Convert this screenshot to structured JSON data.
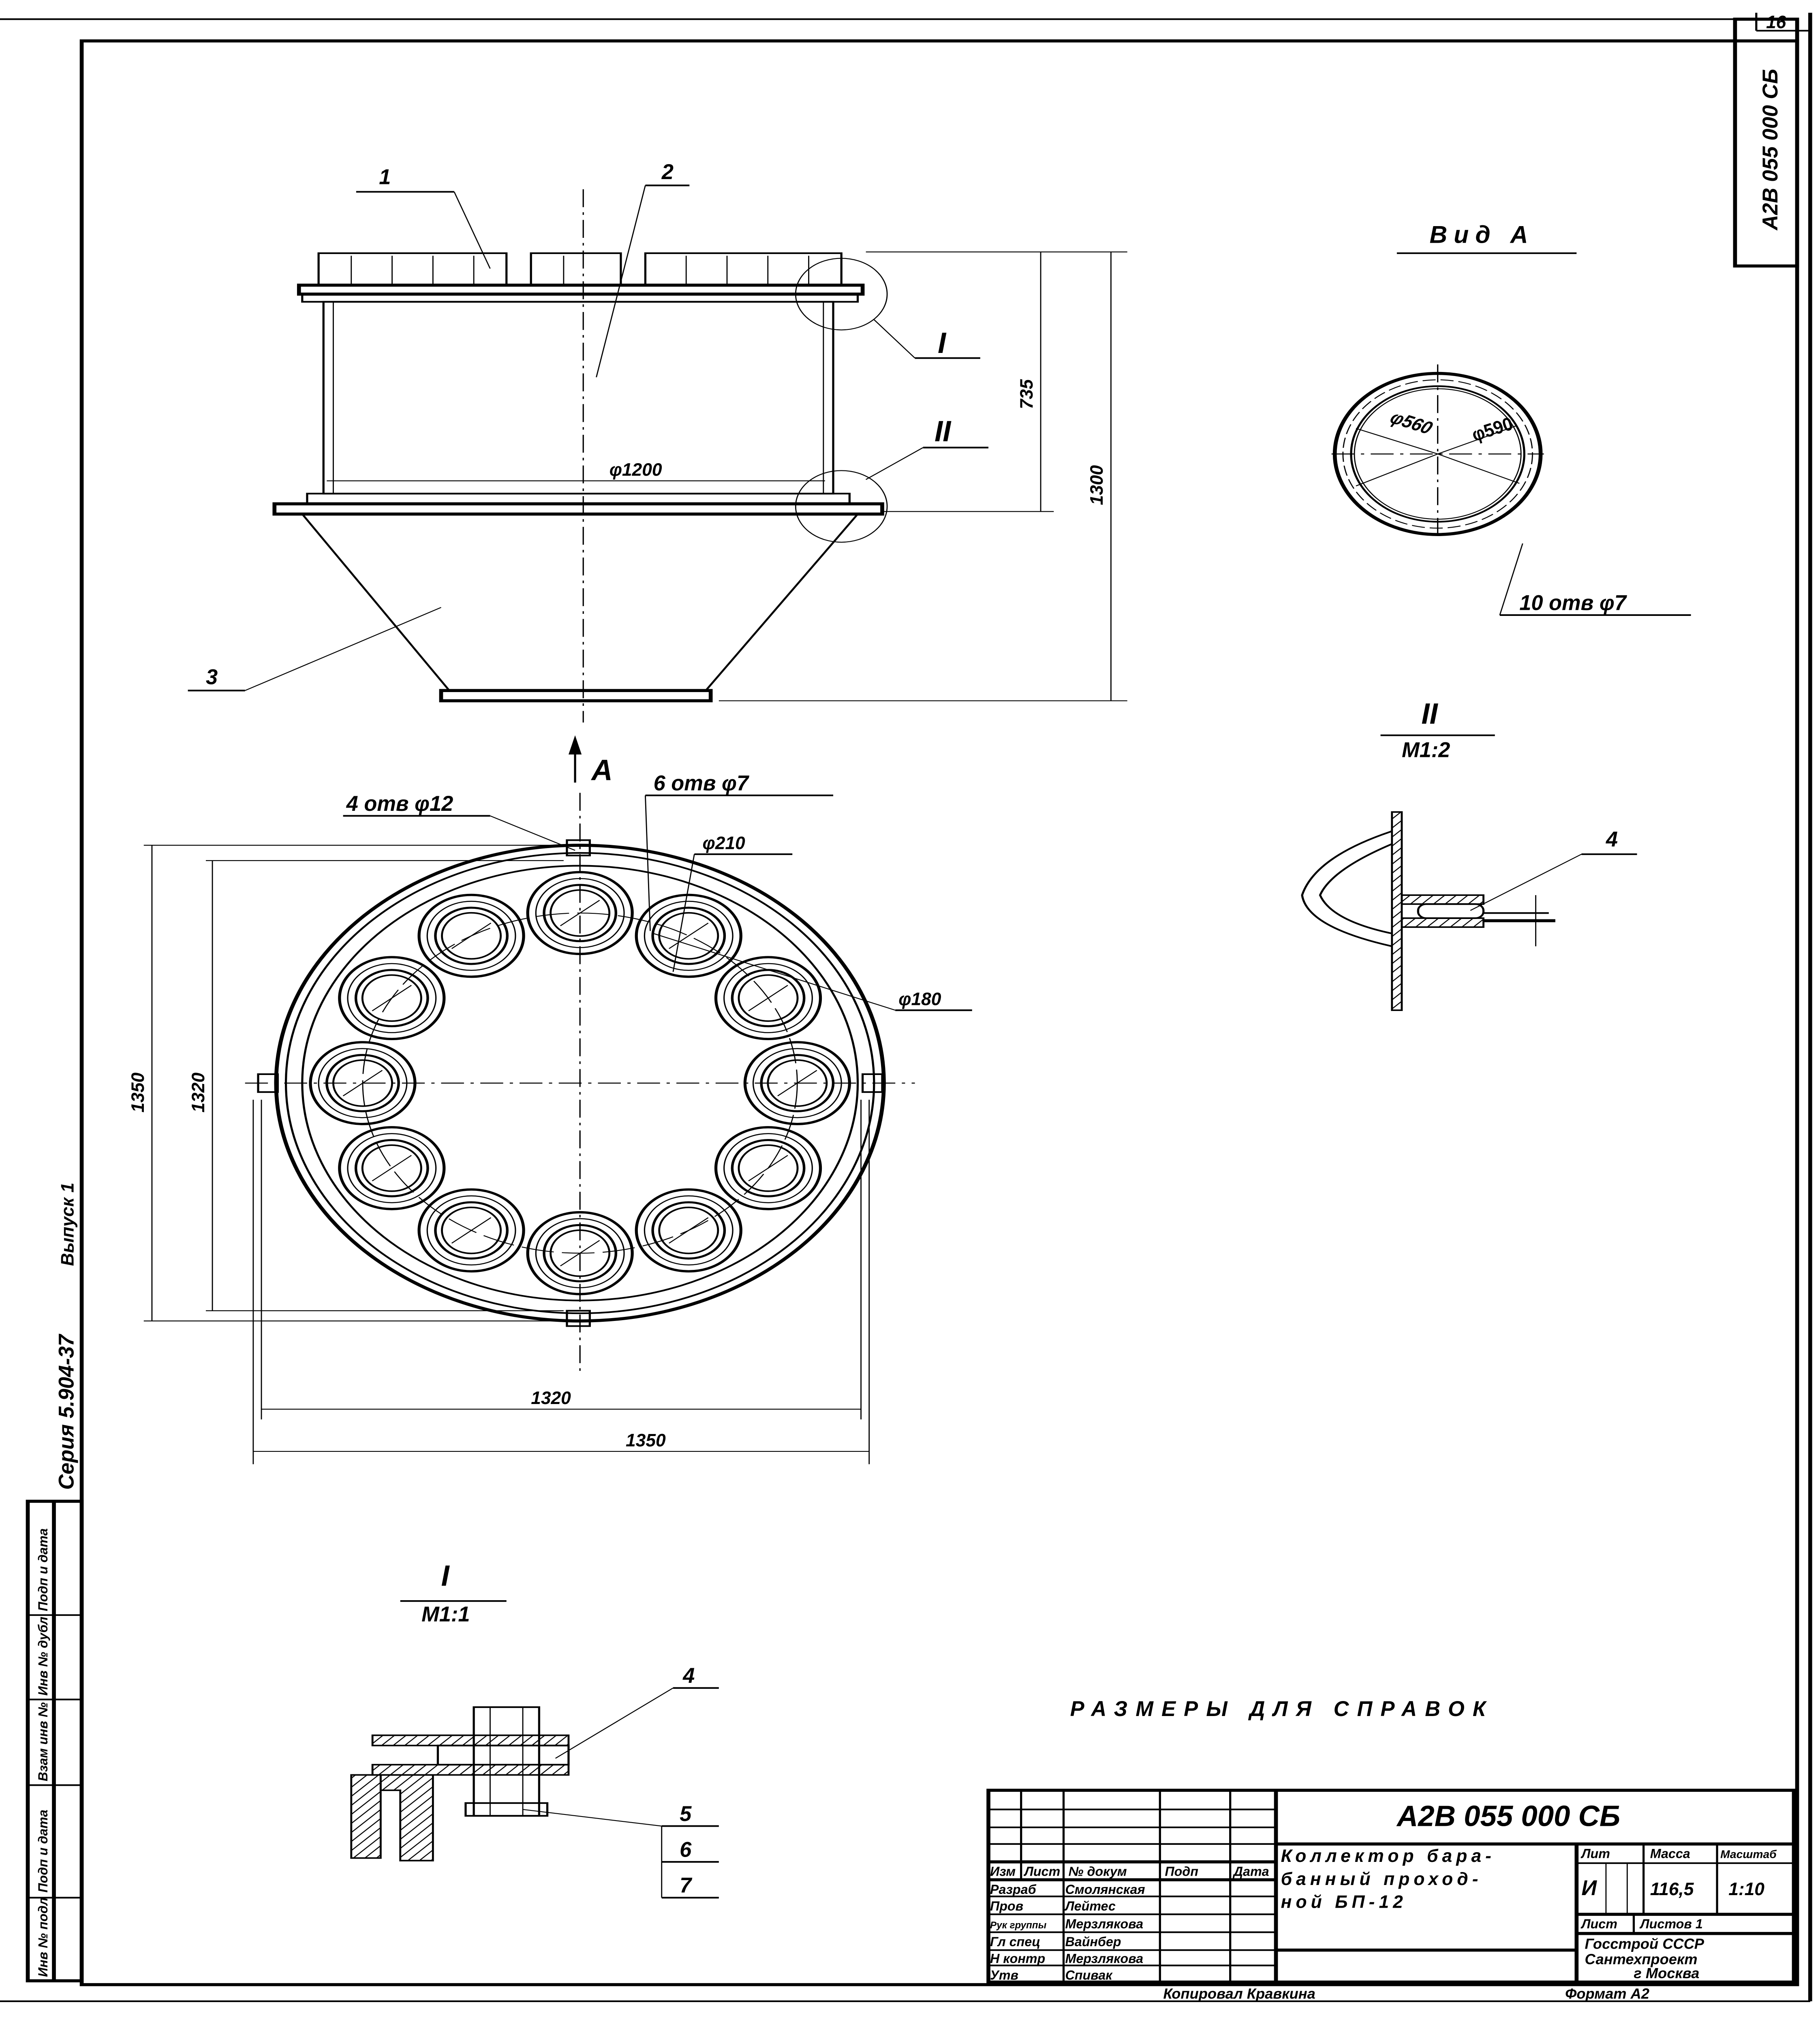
{
  "sheet": {
    "number": "16",
    "side_code": "А2В 055 000 СБ",
    "series": "Серия 5.904-37",
    "issue": "Выпуск 1"
  },
  "left_stamp": [
    "Инв № подл",
    "Подп и дата",
    "Взам инв №",
    "Инв № дубл",
    "Подп и дата"
  ],
  "front_view": {
    "callouts": [
      "1",
      "2",
      "3"
    ],
    "dim_upper": "735",
    "dim_total": "1300",
    "diameter": "φ1200",
    "detail_marks": [
      "I",
      "II"
    ]
  },
  "view_a": {
    "title": "Вид А",
    "inner_diameter": "φ560",
    "outer_diameter": "φ590",
    "holes": "10 отв φ7"
  },
  "detail_ii": {
    "mark": "II",
    "scale": "М1:2",
    "callout": "4"
  },
  "plan_view": {
    "arrow_label": "А",
    "flange_holes": "4 отв φ12",
    "pipe_holes": "6 отв φ7",
    "pipe_outer": "φ210",
    "pipe_inner": "φ180",
    "dim_v_outer": "1350",
    "dim_v_inner": "1320",
    "dim_h_inner": "1320",
    "dim_h_outer": "1350"
  },
  "detail_i": {
    "mark": "I",
    "scale": "М1:1",
    "callouts": [
      "4",
      "5",
      "6",
      "7"
    ]
  },
  "note": "Размеры для справок",
  "title_block": {
    "document_code": "А2В 055 000 СБ",
    "name_lines": [
      "Коллектор бара-",
      "банный проход-",
      "ной БП-12"
    ],
    "header": [
      "Изм",
      "Лист",
      "№ докум",
      "Подп",
      "Дата"
    ],
    "staff": [
      {
        "role": "Разраб",
        "name": "Смолянская"
      },
      {
        "role": "Пров",
        "name": "Лейтес"
      },
      {
        "role": "Рук группы",
        "name": "Мерзлякова"
      },
      {
        "role": "Гл спец",
        "name": "Вайнбер"
      },
      {
        "role": "Н контр",
        "name": "Мерзлякова"
      },
      {
        "role": "Утв",
        "name": "Спивак"
      }
    ],
    "lit_label": "Лит",
    "mass_label": "Масса",
    "scale_label": "Масштаб",
    "lit_value": "И",
    "mass_value": "116,5",
    "scale_value": "1:10",
    "sheet_label": "Лист",
    "sheets_label": "Листов 1",
    "org_lines": [
      "Госстрой СССР",
      "Сантехпроект",
      "г Москва"
    ],
    "copied_by": "Копировал Кравкина",
    "format": "Формат А2"
  }
}
